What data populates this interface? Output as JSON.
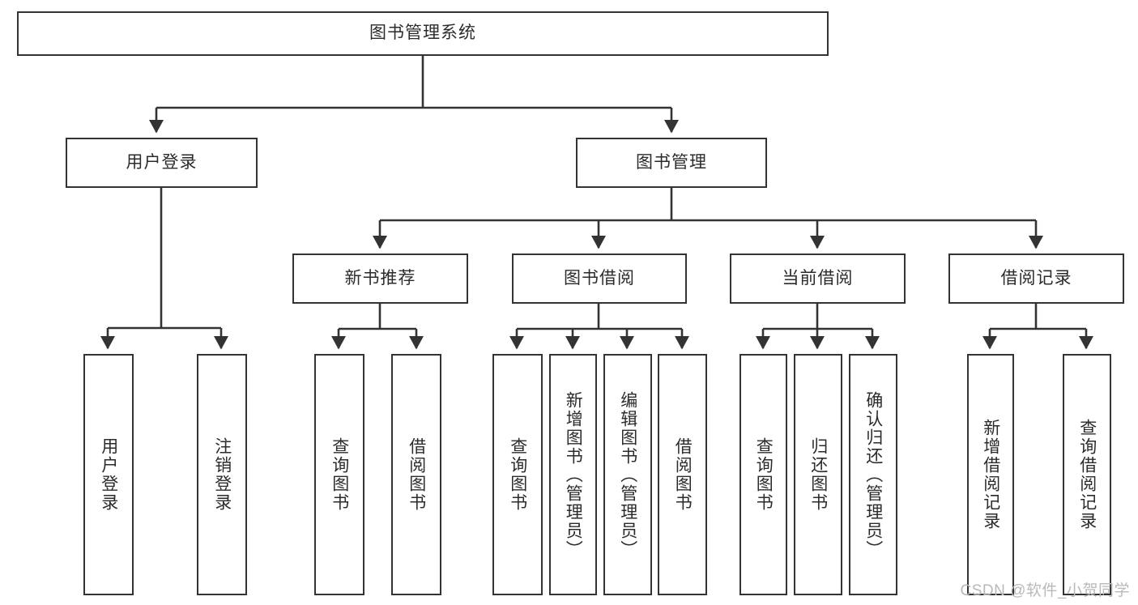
{
  "diagram": {
    "type": "tree-hierarchy",
    "title": "图书管理系统",
    "watermark": "CSDN @软件_小贺同学",
    "colors": {
      "stroke": "#333333",
      "fill": "#ffffff",
      "text": "#2b2b2b",
      "watermark": "#b9b9b9"
    },
    "levels": {
      "root": "图书管理系统",
      "level2": [
        "用户登录",
        "图书管理"
      ],
      "level3": [
        "新书推荐",
        "图书借阅",
        "当前借阅",
        "借阅记录"
      ],
      "level4": [
        "用户登录",
        "注销登录",
        "查询图书",
        "借阅图书",
        "查询图书",
        "新增图书（管理员）",
        "编辑图书（管理员）",
        "借阅图书",
        "查询图书",
        "归还图书",
        "确认归还（管理员）",
        "新增借阅记录",
        "查询借阅记录"
      ]
    },
    "nodes": {
      "root": {
        "label": "图书管理系统"
      },
      "user_login": {
        "label": "用户登录"
      },
      "book_manage": {
        "label": "图书管理"
      },
      "new_book_rec": {
        "label": "新书推荐"
      },
      "book_borrow": {
        "label": "图书借阅"
      },
      "current_borrow": {
        "label": "当前借阅"
      },
      "borrow_record": {
        "label": "借阅记录"
      },
      "leaf_user_login": {
        "label": "用户登录"
      },
      "leaf_logout": {
        "label": "注销登录"
      },
      "leaf_query_book_1": {
        "label": "查询图书"
      },
      "leaf_borrow_book_1": {
        "label": "借阅图书"
      },
      "leaf_query_book_2": {
        "label": "查询图书"
      },
      "leaf_add_book": {
        "label": "新增图书（管理员）"
      },
      "leaf_edit_book": {
        "label": "编辑图书（管理员）"
      },
      "leaf_borrow_book_2": {
        "label": "借阅图书"
      },
      "leaf_query_book_3": {
        "label": "查询图书"
      },
      "leaf_return_book": {
        "label": "归还图书"
      },
      "leaf_confirm_return": {
        "label": "确认归还（管理员）"
      },
      "leaf_add_record": {
        "label": "新增借阅记录"
      },
      "leaf_query_record": {
        "label": "查询借阅记录"
      }
    },
    "edges": [
      {
        "from": "root",
        "to": "user_login"
      },
      {
        "from": "root",
        "to": "book_manage"
      },
      {
        "from": "user_login",
        "to": "leaf_user_login"
      },
      {
        "from": "user_login",
        "to": "leaf_logout"
      },
      {
        "from": "book_manage",
        "to": "new_book_rec"
      },
      {
        "from": "book_manage",
        "to": "book_borrow"
      },
      {
        "from": "book_manage",
        "to": "current_borrow"
      },
      {
        "from": "book_manage",
        "to": "borrow_record"
      },
      {
        "from": "new_book_rec",
        "to": "leaf_query_book_1"
      },
      {
        "from": "new_book_rec",
        "to": "leaf_borrow_book_1"
      },
      {
        "from": "book_borrow",
        "to": "leaf_query_book_2"
      },
      {
        "from": "book_borrow",
        "to": "leaf_add_book"
      },
      {
        "from": "book_borrow",
        "to": "leaf_edit_book"
      },
      {
        "from": "book_borrow",
        "to": "leaf_borrow_book_2"
      },
      {
        "from": "current_borrow",
        "to": "leaf_query_book_3"
      },
      {
        "from": "current_borrow",
        "to": "leaf_return_book"
      },
      {
        "from": "current_borrow",
        "to": "leaf_confirm_return"
      },
      {
        "from": "borrow_record",
        "to": "leaf_add_record"
      },
      {
        "from": "borrow_record",
        "to": "leaf_query_record"
      }
    ]
  }
}
